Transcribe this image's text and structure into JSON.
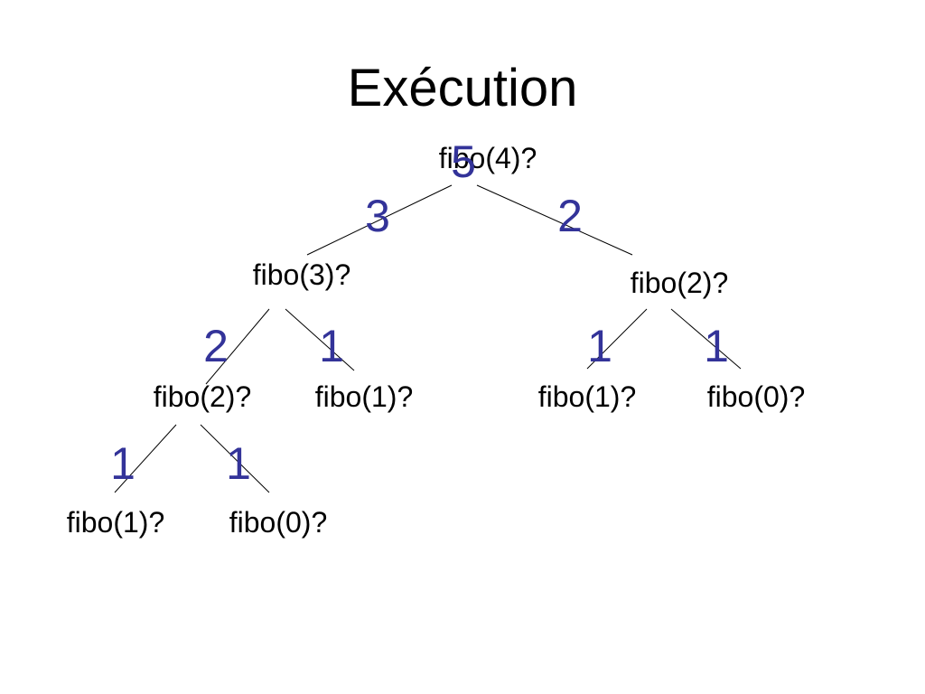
{
  "slide": {
    "title": "Exécution"
  },
  "tree": {
    "nodes": [
      {
        "id": "n4",
        "label": "fibo(4)?",
        "result": "5"
      },
      {
        "id": "n3",
        "label": "fibo(3)?",
        "result": "3"
      },
      {
        "id": "n2a",
        "label": "fibo(2)?",
        "result": "2"
      },
      {
        "id": "n2b",
        "label": "fibo(2)?",
        "result": "2"
      },
      {
        "id": "n1a",
        "label": "fibo(1)?",
        "result": "1"
      },
      {
        "id": "n0a",
        "label": "fibo(0)?",
        "result": "1"
      },
      {
        "id": "n1b",
        "label": "fibo(1)?",
        "result": "1"
      },
      {
        "id": "n1c",
        "label": "fibo(1)?",
        "result": "1"
      },
      {
        "id": "n0b",
        "label": "fibo(0)?",
        "result": "1"
      }
    ],
    "edges": [
      {
        "from": "n4",
        "to": "n3"
      },
      {
        "from": "n4",
        "to": "n2b"
      },
      {
        "from": "n3",
        "to": "n2a"
      },
      {
        "from": "n3",
        "to": "n1b"
      },
      {
        "from": "n2a",
        "to": "n1a"
      },
      {
        "from": "n2a",
        "to": "n0a"
      },
      {
        "from": "n2b",
        "to": "n1c"
      },
      {
        "from": "n2b",
        "to": "n0b"
      }
    ]
  },
  "colors": {
    "node_text": "#000000",
    "result_text": "#333399",
    "edge": "#000000"
  }
}
